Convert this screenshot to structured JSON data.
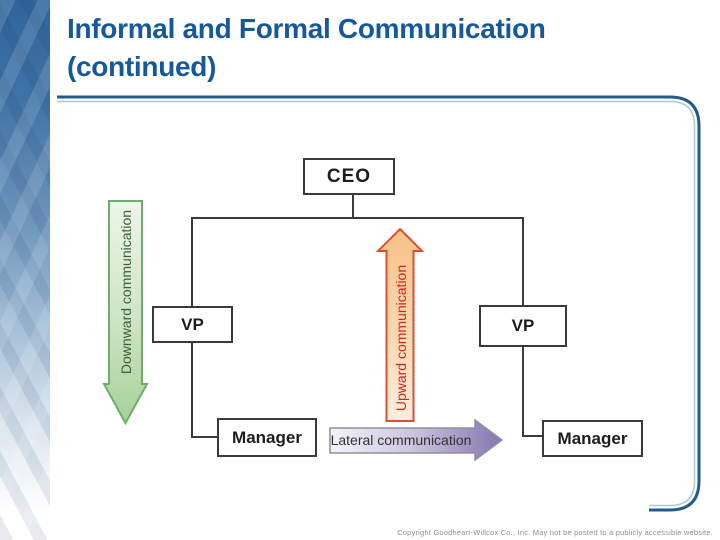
{
  "title": {
    "line1": "Informal and Formal Communication",
    "line2": "(continued)"
  },
  "org_chart": {
    "ceo_label": "CEO",
    "vp_left_label": "VP",
    "vp_right_label": "VP",
    "manager_left_label": "Manager",
    "manager_right_label": "Manager"
  },
  "arrows": {
    "downward_label": "Downward communication",
    "upward_label": "Upward communication",
    "lateral_label": "Lateral communication"
  },
  "footer": {
    "copyright": "Copyright Goodheart-Willcox Co., Inc. May not be posted to a publicly accessible website."
  },
  "colors": {
    "title_text": "#17589a",
    "frame_dark": "#1f5c8b",
    "frame_light": "#a9c9e3",
    "connector": "#3a3a3a",
    "downward_border": "#6fae6a",
    "downward_text": "#3c5e3c",
    "upward_border": "#dd4f30",
    "upward_text": "#c9281c",
    "lateral_border": "#90909a",
    "lateral_text": "#333333"
  }
}
